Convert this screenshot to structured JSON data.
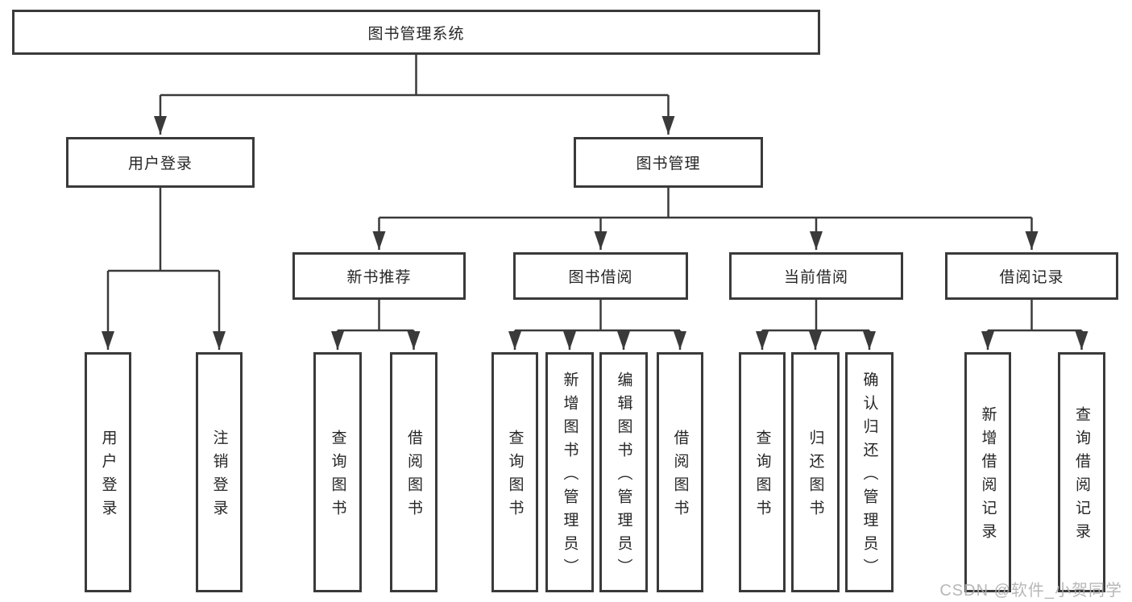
{
  "colors": {
    "line": "#3a3a3a",
    "box_border": "#3a3a3a",
    "text": "#262626",
    "background": "#ffffff",
    "watermark": "#b0b0b0"
  },
  "tree": {
    "label": "图书管理系统",
    "children": [
      {
        "label": "用户登录",
        "children": [
          {
            "label": "用户登录"
          },
          {
            "label": "注销登录"
          }
        ]
      },
      {
        "label": "图书管理",
        "children": [
          {
            "label": "新书推荐",
            "children": [
              {
                "label": "查询图书"
              },
              {
                "label": "借阅图书"
              }
            ]
          },
          {
            "label": "图书借阅",
            "children": [
              {
                "label": "查询图书"
              },
              {
                "label": "新增图书（管理员）"
              },
              {
                "label": "编辑图书（管理员）"
              },
              {
                "label": "借阅图书"
              }
            ]
          },
          {
            "label": "当前借阅",
            "children": [
              {
                "label": "查询图书"
              },
              {
                "label": "归还图书"
              },
              {
                "label": "确认归还（管理员）"
              }
            ]
          },
          {
            "label": "借阅记录",
            "children": [
              {
                "label": "新增借阅记录"
              },
              {
                "label": "查询借阅记录"
              }
            ]
          }
        ]
      }
    ]
  },
  "watermark": {
    "text": "CSDN @软件_小贺同学"
  }
}
